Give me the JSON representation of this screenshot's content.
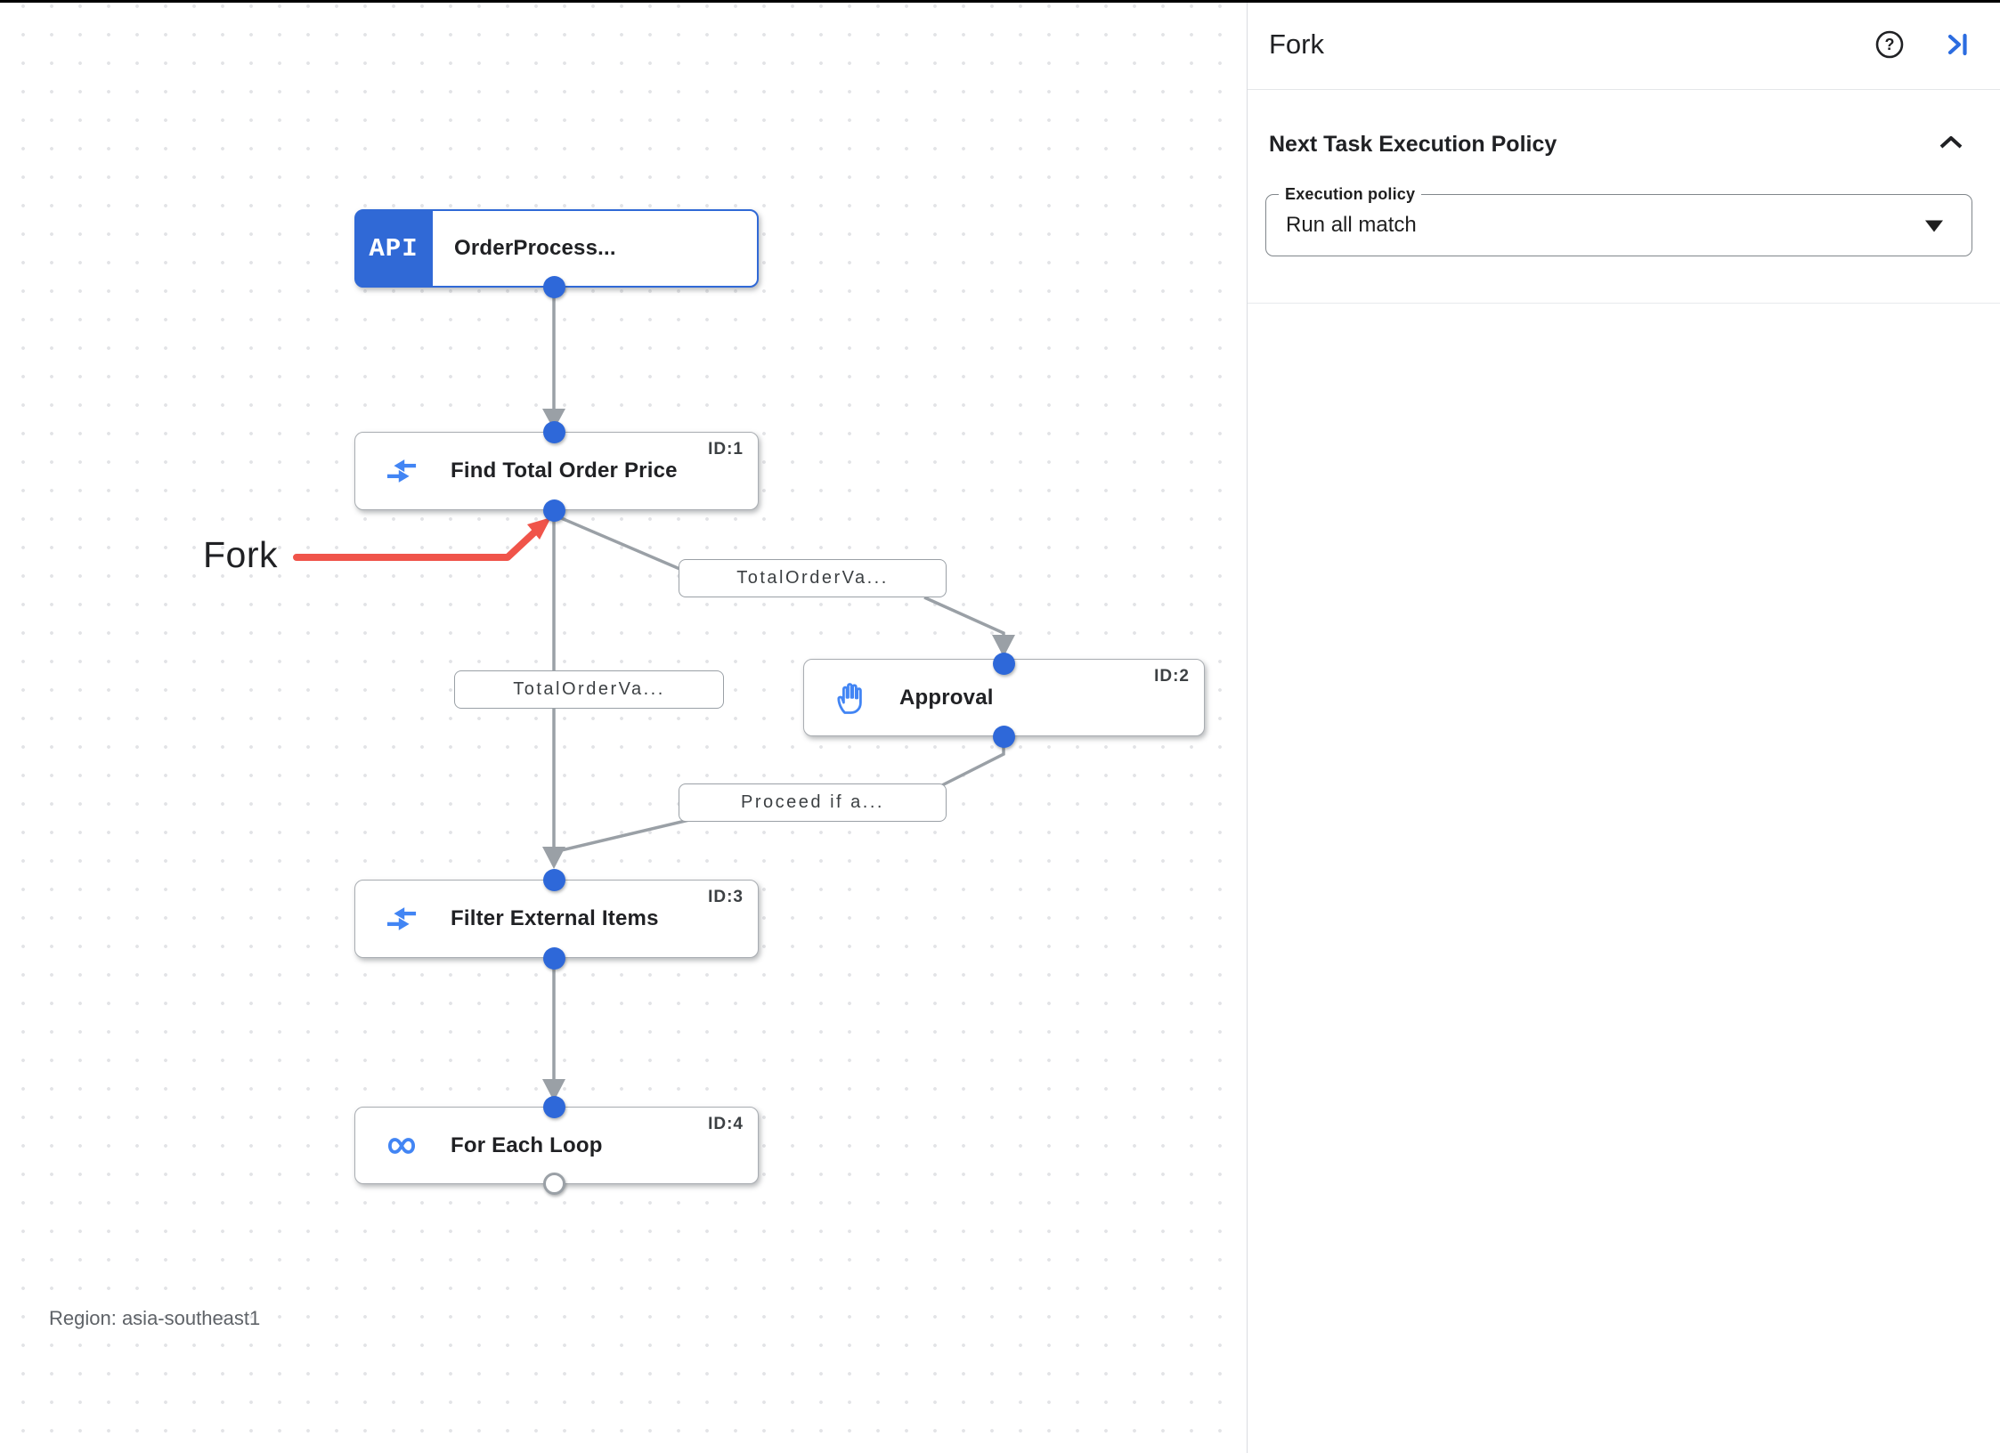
{
  "panel": {
    "title": "Fork",
    "help_icon": "help-icon",
    "collapse_icon": "collapse-panel-icon",
    "section": {
      "title": "Next Task Execution Policy",
      "execution_policy_label": "Execution policy",
      "execution_policy_value": "Run all match"
    }
  },
  "canvas": {
    "region_label": "Region: asia-southeast1",
    "annotation": {
      "text": "Fork"
    },
    "nodes": [
      {
        "badge": "API",
        "title": "OrderProcess...",
        "id_label": "",
        "icon": "api-trigger-icon"
      },
      {
        "title": "Find Total Order Price",
        "id_label": "ID:1",
        "icon": "data-mapping-icon"
      },
      {
        "title": "Approval",
        "id_label": "ID:2",
        "icon": "approval-hand-icon"
      },
      {
        "title": "Filter External Items",
        "id_label": "ID:3",
        "icon": "data-mapping-icon"
      },
      {
        "title": "For Each Loop",
        "id_label": "ID:4",
        "icon": "for-each-loop-icon"
      }
    ],
    "edge_labels": {
      "fork_right": "TotalOrderVa...",
      "fork_left": "TotalOrderVa...",
      "approval_out": "Proceed if a..."
    }
  },
  "colors": {
    "accent_blue": "#3069d6",
    "icon_blue": "#4285f4",
    "edge_gray": "#9aa0a6",
    "annotation_red": "#f0544a",
    "link_blue": "#2b6ce0"
  }
}
